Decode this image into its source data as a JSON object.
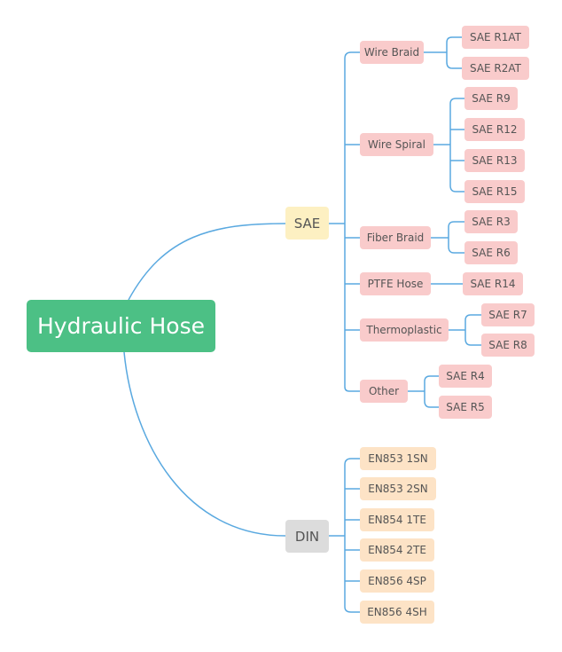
{
  "root": {
    "label": "Hydraulic Hose"
  },
  "branches": {
    "sae": {
      "label": "SAE",
      "categories": [
        {
          "label": "Wire Braid",
          "children": [
            "SAE R1AT",
            "SAE R2AT"
          ]
        },
        {
          "label": "Wire Spiral",
          "children": [
            "SAE R9",
            "SAE R12",
            "SAE R13",
            "SAE R15"
          ]
        },
        {
          "label": "Fiber Braid",
          "children": [
            "SAE R3",
            "SAE R6"
          ]
        },
        {
          "label": "PTFE Hose",
          "children": [
            "SAE R14"
          ]
        },
        {
          "label": "Thermoplastic",
          "children": [
            "SAE R7",
            "SAE R8"
          ]
        },
        {
          "label": "Other",
          "children": [
            "SAE R4",
            "SAE R5"
          ]
        }
      ]
    },
    "din": {
      "label": "DIN",
      "children": [
        "EN853 1SN",
        "EN853 2SN",
        "EN854 1TE",
        "EN854 2TE",
        "EN856 4SP",
        "EN856 4SH"
      ]
    }
  },
  "colors": {
    "root": "#4cc085",
    "sae": "#fdf0c2",
    "din": "#dcdcdc",
    "sae_node": "#f9cbcb",
    "din_leaf": "#fde3c6",
    "line": "#5aa9e0"
  }
}
